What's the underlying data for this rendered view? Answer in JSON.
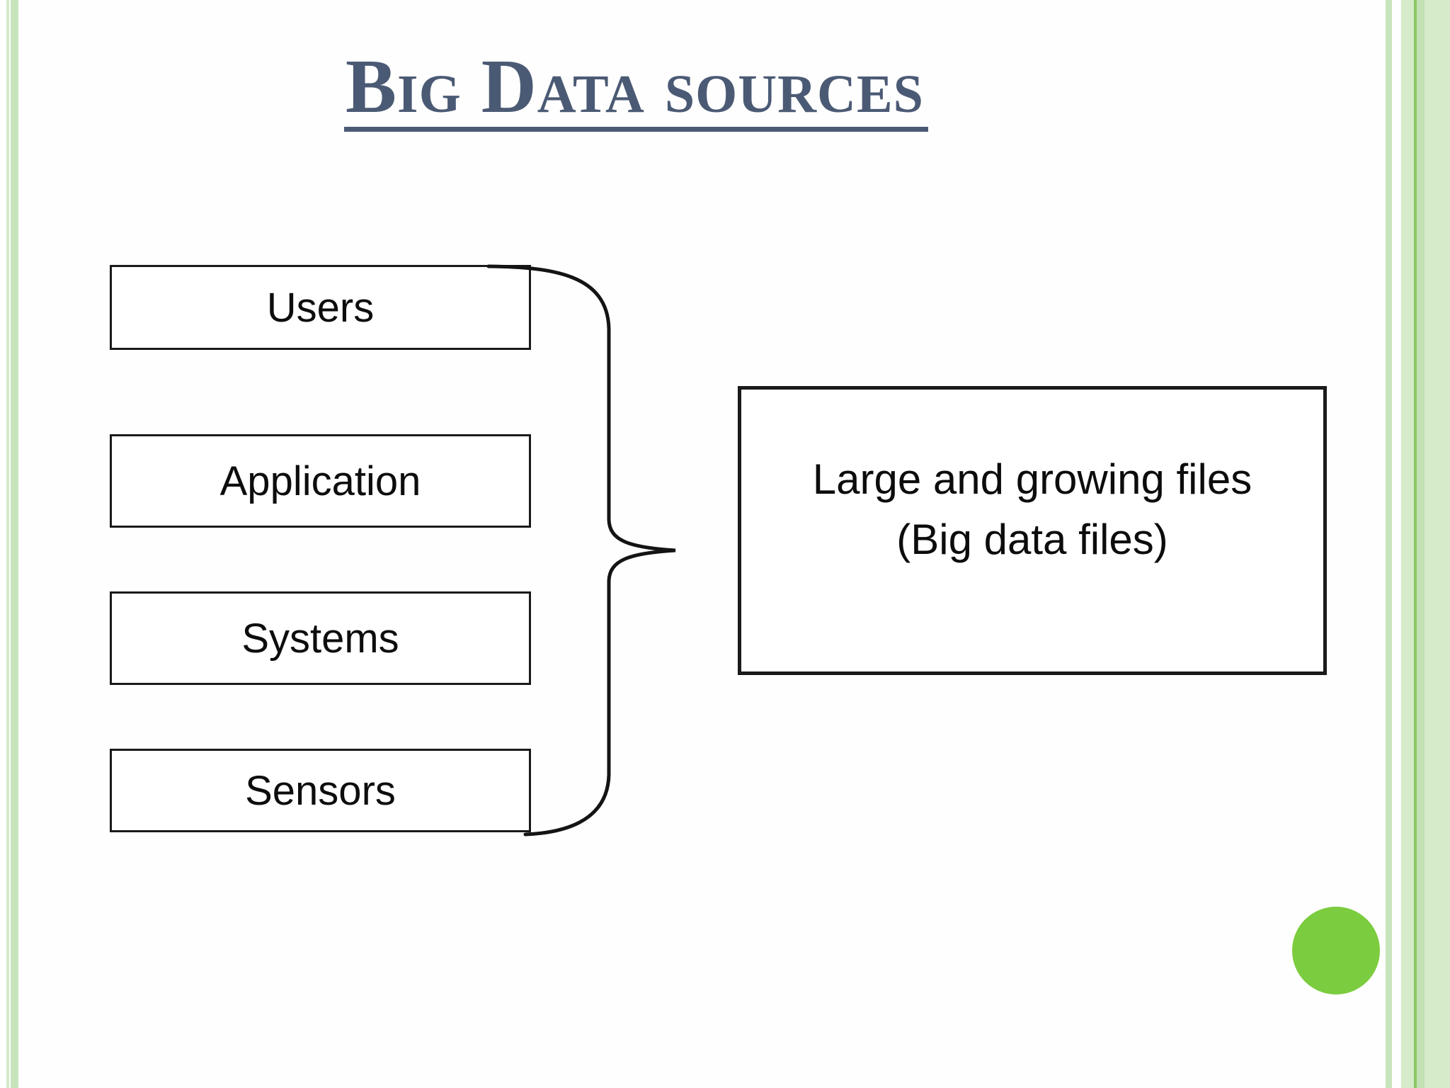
{
  "slide": {
    "title": "Big Data sources",
    "sources": [
      {
        "label": "Users"
      },
      {
        "label": "Application"
      },
      {
        "label": "Systems"
      },
      {
        "label": "Sensors"
      }
    ],
    "result_box": {
      "line1": "Large and growing files",
      "line2": "(Big data files)"
    },
    "colors": {
      "bg": "#fefefe",
      "title": "#4b5a74",
      "ink": "#1a1a1a",
      "stripe-light": "#d3eac9",
      "stripe-medium": "#c8e4bc",
      "stripe-pale": "#d5ebca",
      "stripe-accent": "#8bc862",
      "stripe-sub": "#c3e0b5",
      "circle": "#7bcc3e"
    }
  }
}
